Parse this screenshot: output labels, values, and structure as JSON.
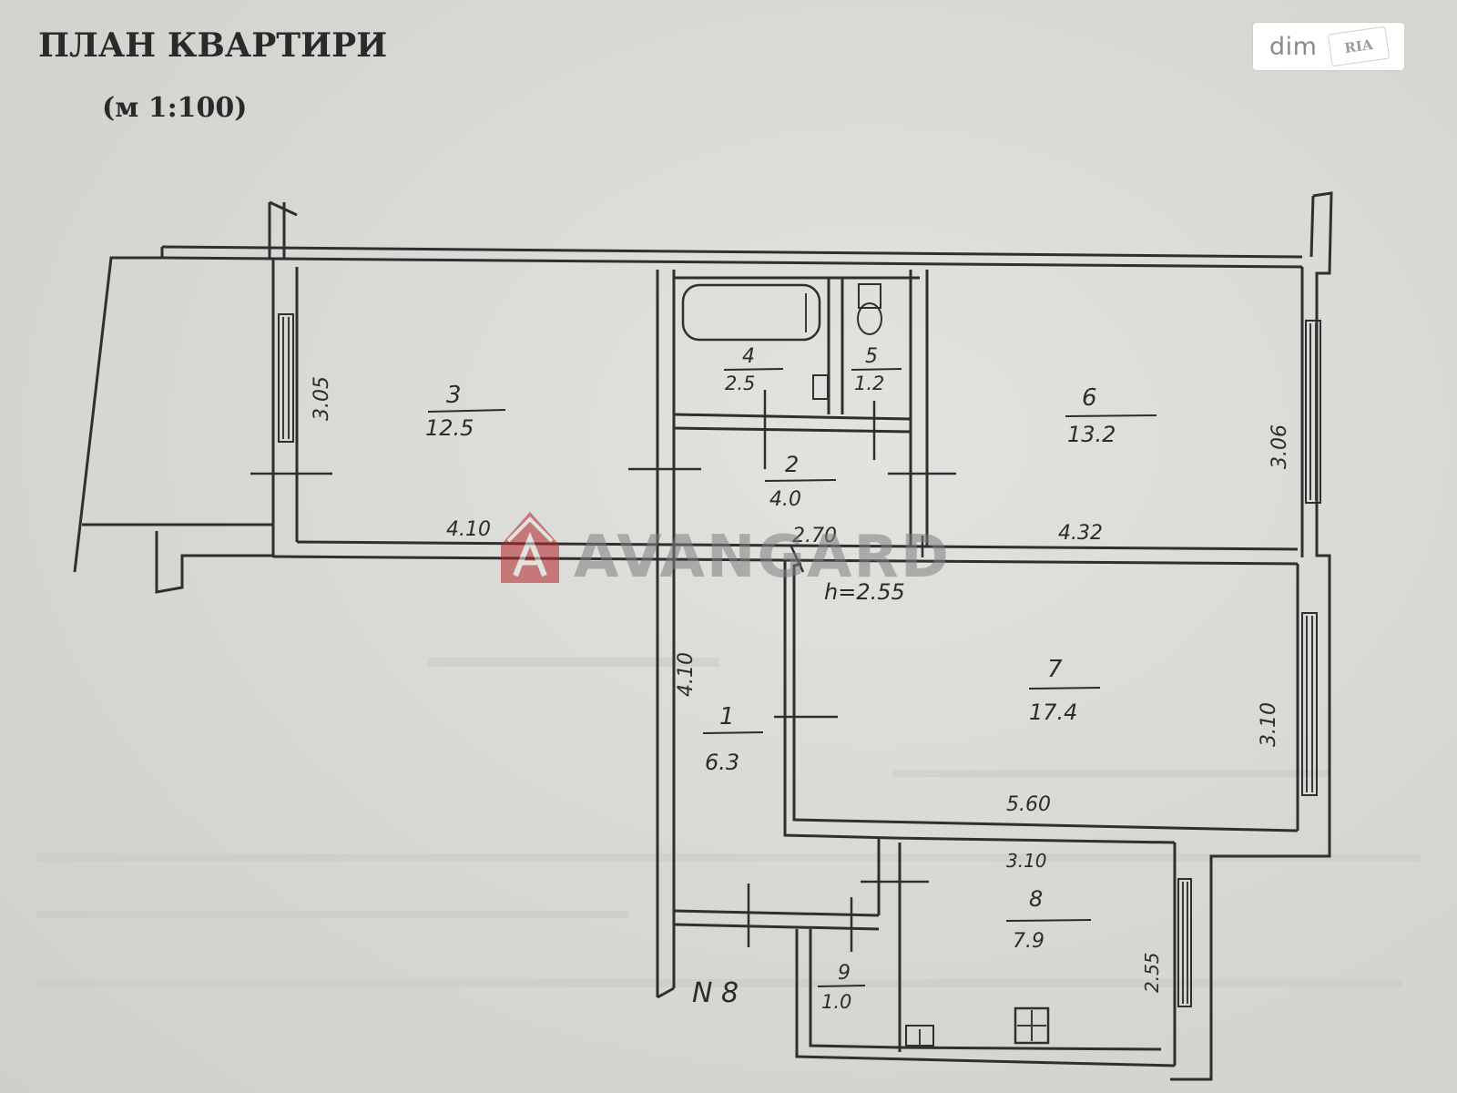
{
  "header": {
    "title": "ПЛАН КВАРТИРИ",
    "scale": "(м 1:100)"
  },
  "badge": {
    "site": "dim",
    "brand": "RIA"
  },
  "watermark": {
    "text": "AVANGARD",
    "color": "#b5262a"
  },
  "rooms": [
    {
      "number": "1",
      "area": "6.3"
    },
    {
      "number": "2",
      "area": "4.0"
    },
    {
      "number": "3",
      "area": "12.5"
    },
    {
      "number": "4",
      "area": "2.5"
    },
    {
      "number": "5",
      "area": "1.2"
    },
    {
      "number": "6",
      "area": "13.2"
    },
    {
      "number": "7",
      "area": "17.4"
    },
    {
      "number": "8",
      "area": "7.9"
    },
    {
      "number": "9",
      "area": "1.0"
    }
  ],
  "dimensions": {
    "room3_width": "4.10",
    "room3_depth": "3.05",
    "room2_width": "2.70",
    "room6_width": "4.32",
    "room6_depth": "3.06",
    "ceiling_height": "h=2.55",
    "room1_length": "4.10",
    "room7_width": "5.60",
    "room7_depth": "3.10",
    "room8_width": "3.10",
    "room8_depth": "2.55"
  },
  "apartment_number": "N 8"
}
